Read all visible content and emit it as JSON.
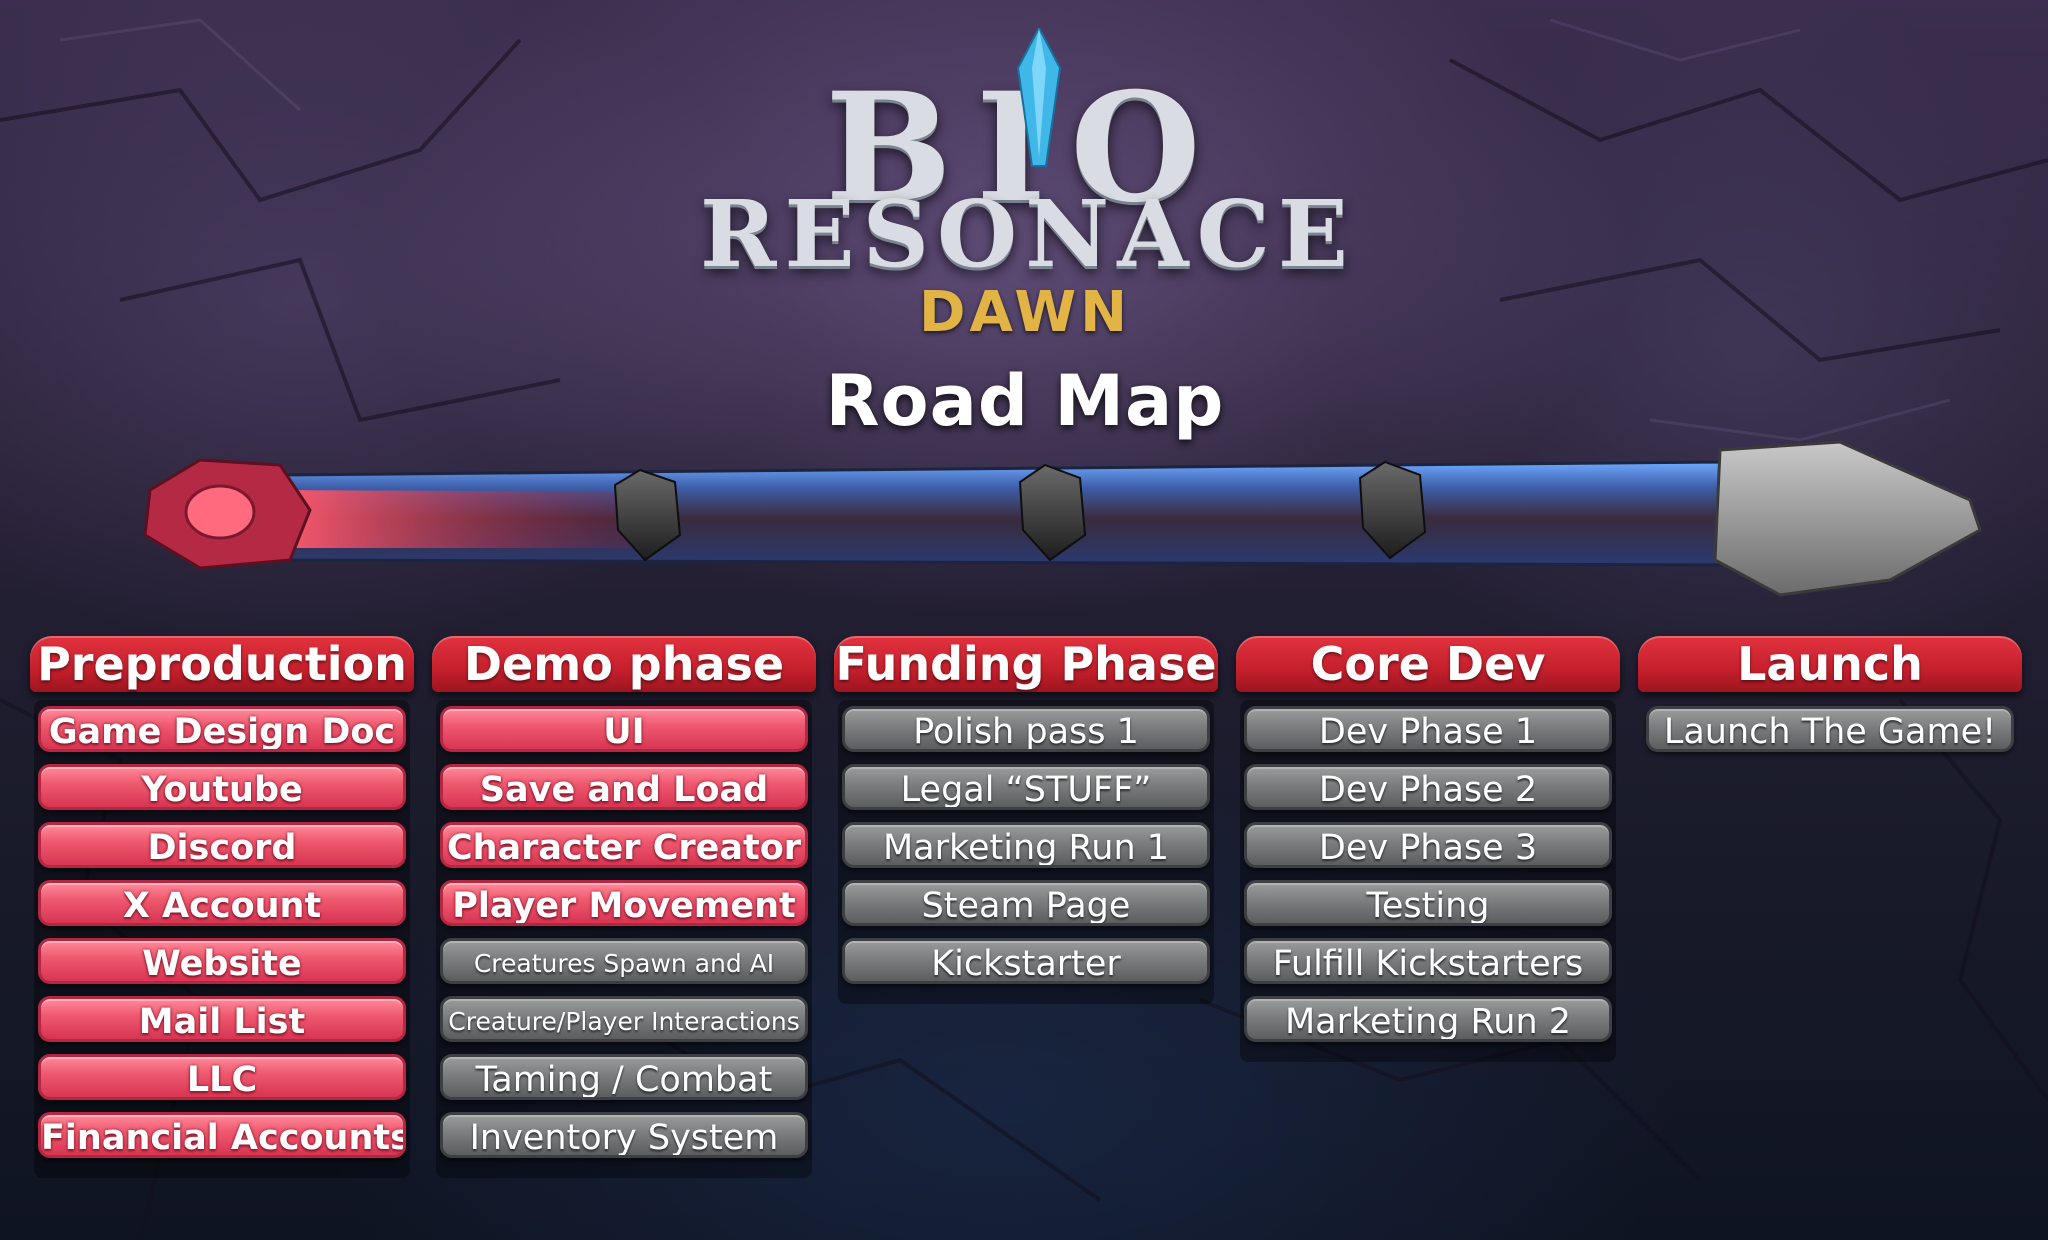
{
  "logo": {
    "title_top": "BIO",
    "title_bottom": "RESONACE",
    "subtitle": "DAWN",
    "icon": "crystal-icon",
    "crystal_color": "#3fb7e8"
  },
  "heading": "Road Map",
  "colors": {
    "header_red": "#d1242f",
    "done_pink": "#f05a70",
    "todo_gray": "#7b7d7e",
    "subtitle_gold": "#e2b446"
  },
  "columns": [
    {
      "title": "Preproduction",
      "items": [
        {
          "label": "Game Design Doc",
          "status": "done"
        },
        {
          "label": "Youtube",
          "status": "done"
        },
        {
          "label": "Discord",
          "status": "done"
        },
        {
          "label": "X Account",
          "status": "done"
        },
        {
          "label": "Website",
          "status": "done"
        },
        {
          "label": "Mail List",
          "status": "done"
        },
        {
          "label": "LLC",
          "status": "done"
        },
        {
          "label": "Financial Accounts",
          "status": "done"
        }
      ]
    },
    {
      "title": "Demo phase",
      "items": [
        {
          "label": "UI",
          "status": "done"
        },
        {
          "label": "Save and Load",
          "status": "done"
        },
        {
          "label": "Character Creator",
          "status": "done"
        },
        {
          "label": "Player Movement",
          "status": "done"
        },
        {
          "label": "Creatures Spawn and AI",
          "status": "todo"
        },
        {
          "label": "Creature/Player Interactions",
          "status": "todo"
        },
        {
          "label": "Taming / Combat",
          "status": "todo"
        },
        {
          "label": "Inventory System",
          "status": "todo"
        }
      ]
    },
    {
      "title": "Funding Phase",
      "items": [
        {
          "label": "Polish pass 1",
          "status": "todo"
        },
        {
          "label": "Legal “STUFF”",
          "status": "todo"
        },
        {
          "label": "Marketing Run 1",
          "status": "todo"
        },
        {
          "label": "Steam Page",
          "status": "todo"
        },
        {
          "label": "Kickstarter",
          "status": "todo"
        }
      ]
    },
    {
      "title": "Core Dev",
      "items": [
        {
          "label": "Dev Phase 1",
          "status": "todo"
        },
        {
          "label": "Dev Phase 2",
          "status": "todo"
        },
        {
          "label": "Dev Phase 3",
          "status": "todo"
        },
        {
          "label": "Testing",
          "status": "todo"
        },
        {
          "label": "Fulfill Kickstarters",
          "status": "todo"
        },
        {
          "label": "Marketing Run 2",
          "status": "todo"
        }
      ]
    },
    {
      "title": "Launch",
      "items": [
        {
          "label": "Launch The Game!",
          "status": "todo"
        }
      ]
    }
  ]
}
